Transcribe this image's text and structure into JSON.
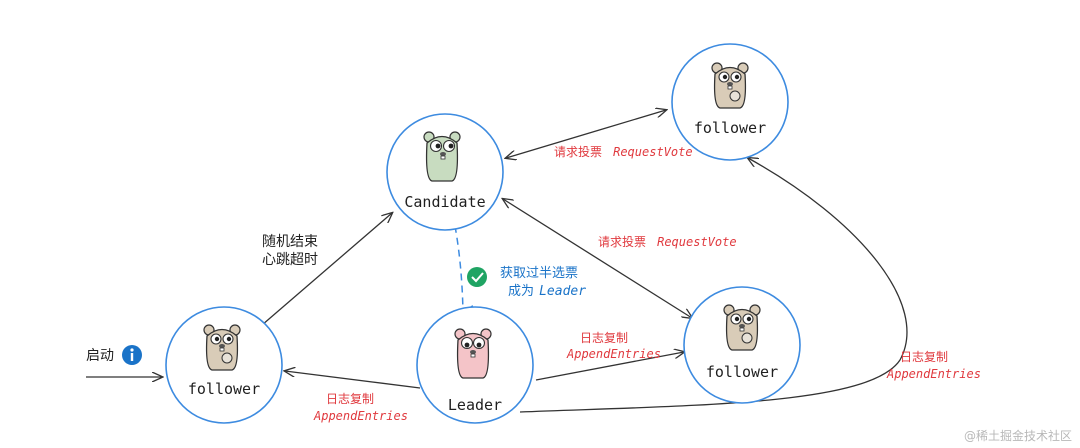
{
  "nodes": {
    "candidate": {
      "label": "Candidate",
      "gopher_color": "#c8dcc0"
    },
    "follower_top": {
      "label": "follower",
      "gopher_color": "#d9ccb8"
    },
    "follower_left": {
      "label": "follower",
      "gopher_color": "#d9ccb8"
    },
    "follower_right": {
      "label": "follower",
      "gopher_color": "#d9ccb8"
    },
    "leader": {
      "label": "Leader",
      "gopher_color": "#f4c4c8"
    }
  },
  "edges": {
    "start": {
      "label": "启动",
      "icon": "info-icon"
    },
    "timeout": {
      "line1": "随机结束",
      "line2": "心跳超时"
    },
    "vote_top": {
      "cn": "请求投票",
      "en": "RequestVote"
    },
    "vote_right": {
      "cn": "请求投票",
      "en": "RequestVote"
    },
    "elected": {
      "line1": "获取过半选票",
      "line2_cn": "成为",
      "line2_en": "Leader",
      "icon": "check-icon"
    },
    "append_left": {
      "cn": "日志复制",
      "en": "AppendEntries"
    },
    "append_right": {
      "cn": "日志复制",
      "en": "AppendEntries"
    },
    "append_top": {
      "cn": "日志复制",
      "en": "AppendEntries"
    }
  },
  "watermark": "@稀土掘金技术社区",
  "colors": {
    "node_border": "#3d8be0",
    "red_text": "#e0393e",
    "blue_text": "#1a73c8",
    "arrow": "#333333",
    "dashed_arrow": "#3d8be0"
  }
}
